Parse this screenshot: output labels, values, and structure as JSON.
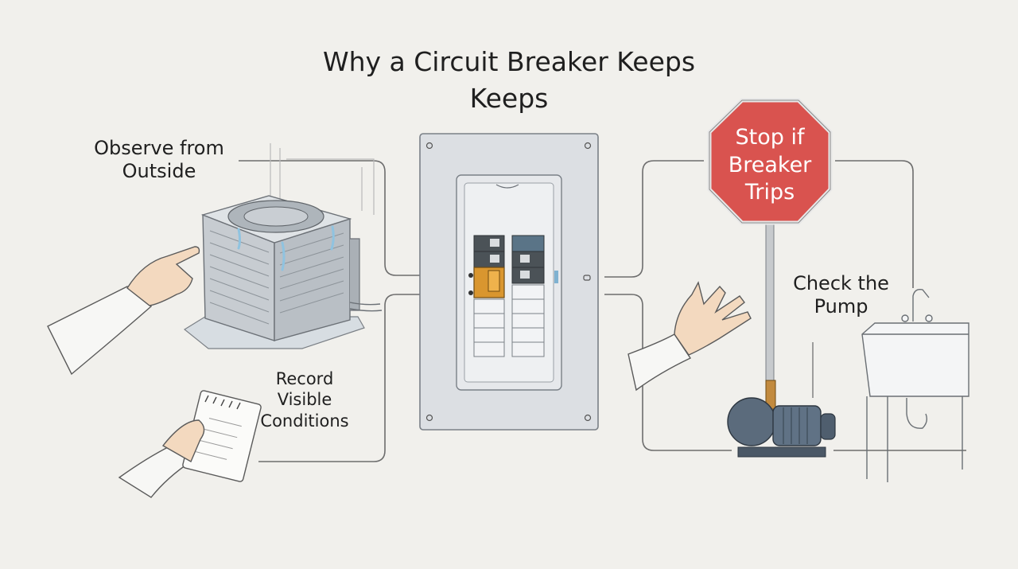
{
  "title": {
    "line1": "Why a Circuit Breaker Keeps",
    "line2": "Keeps"
  },
  "labels": {
    "observe": "Observe from\nOutside",
    "record": "Record\nVisible\nConditions",
    "check": "Check the\nPump",
    "stop_sign": "Stop if\nBreaker\nTrips"
  },
  "colors": {
    "background": "#f1f0ec",
    "stop_sign": "#d9534f",
    "tripped_breaker": "#d9962f",
    "panel": "#dcdfe3",
    "pump": "#5b6b7c"
  },
  "icons": {
    "ac_unit": "ac-unit-icon",
    "hand_pointing": "pointing-hand-icon",
    "notepad": "notepad-icon",
    "breaker_panel": "breaker-panel-icon",
    "stop_sign": "stop-sign-icon",
    "water_pump": "water-pump-icon",
    "sink": "utility-sink-icon",
    "open_hand": "open-hand-icon"
  }
}
